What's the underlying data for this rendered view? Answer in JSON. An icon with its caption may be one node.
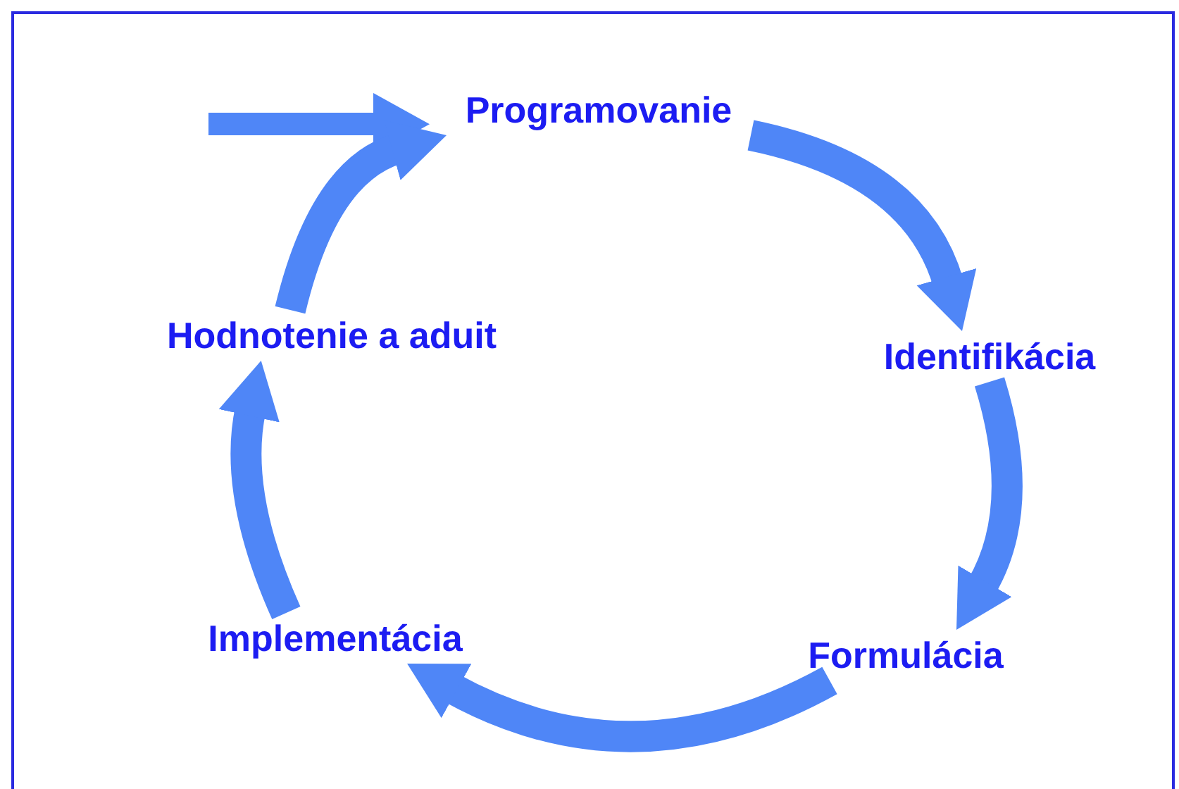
{
  "diagram": {
    "nodes": [
      {
        "text": [
          "Programovanie"
        ]
      },
      {
        "text": [
          "Identifikácia"
        ]
      },
      {
        "text": [
          "Formulácia"
        ]
      },
      {
        "text": [
          "Implementácia"
        ]
      },
      {
        "text": [
          "Hodnotenie a aduit"
        ]
      }
    ],
    "edges": [
      {
        "from": null,
        "to": 0,
        "arrow": "to"
      },
      {
        "from": 0,
        "to": 1,
        "arrow": "to"
      },
      {
        "from": 1,
        "to": 2,
        "arrow": "to"
      },
      {
        "from": 2,
        "to": 3,
        "arrow": "to"
      },
      {
        "from": 3,
        "to": 4,
        "arrow": "to"
      },
      {
        "from": 4,
        "to": 0,
        "arrow": "to"
      }
    ]
  }
}
